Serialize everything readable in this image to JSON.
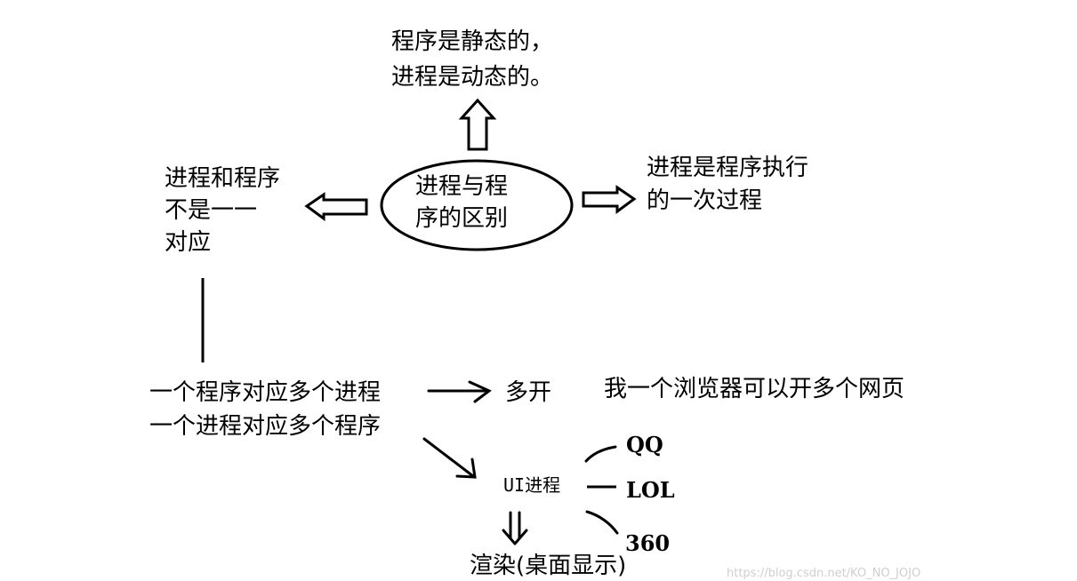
{
  "diagram": {
    "center": {
      "line1": "进程与程",
      "line2": "序的区别"
    },
    "top": {
      "line1": "程序是静态的，",
      "line2": "进程是动态的。"
    },
    "right": {
      "line1": "进程是程序执行",
      "line2": "的一次过程"
    },
    "left": {
      "line1": "进程和程序",
      "line2": "不是一一",
      "line3": "对应"
    },
    "mapping": {
      "line1": "一个程序对应多个进程",
      "line2": "一个进程对应多个程序"
    },
    "multi_open": "多开",
    "browser_note": "我一个浏览器可以开多个网页",
    "ui_process": "UI进程",
    "apps": [
      "QQ",
      "LOL",
      "360"
    ],
    "render": "渲染(桌面显示)",
    "watermark": "https://blog.csdn.net/KO_NO_JOJO"
  }
}
